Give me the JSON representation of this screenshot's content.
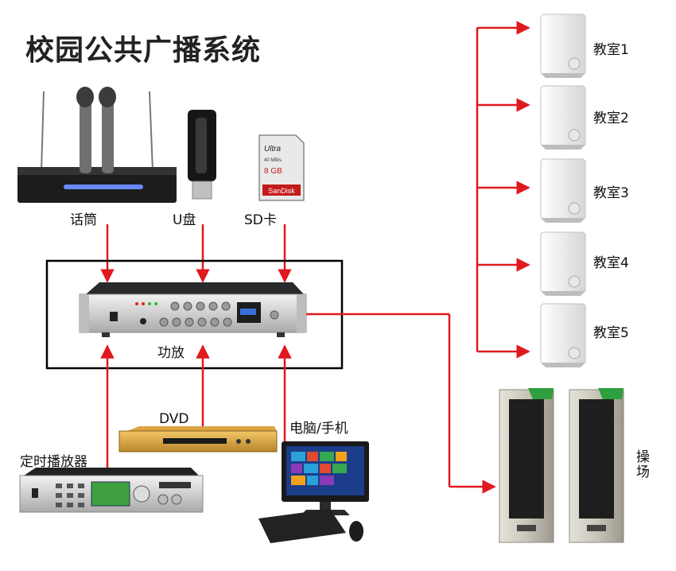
{
  "title": "校园公共广播系统",
  "sources_top": {
    "microphone": "话筒",
    "usb_drive": "U盘",
    "sd_card": "SD卡"
  },
  "amplifier": {
    "label": "功放"
  },
  "sources_bottom": {
    "timer_player": "定时播放器",
    "dvd": "DVD",
    "computer_phone": "电脑/手机"
  },
  "outputs": {
    "classrooms": [
      "教室1",
      "教室2",
      "教室3",
      "教室4",
      "教室5"
    ],
    "playground": "操场"
  },
  "device_text": {
    "sd_brand": "SanDisk",
    "sd_line": "Ultra",
    "sd_speed": "40 MB/s",
    "sd_capacity": "8 GB"
  },
  "colors": {
    "arrow": "#e0191e",
    "frame": "#000000",
    "title": "#222222"
  }
}
